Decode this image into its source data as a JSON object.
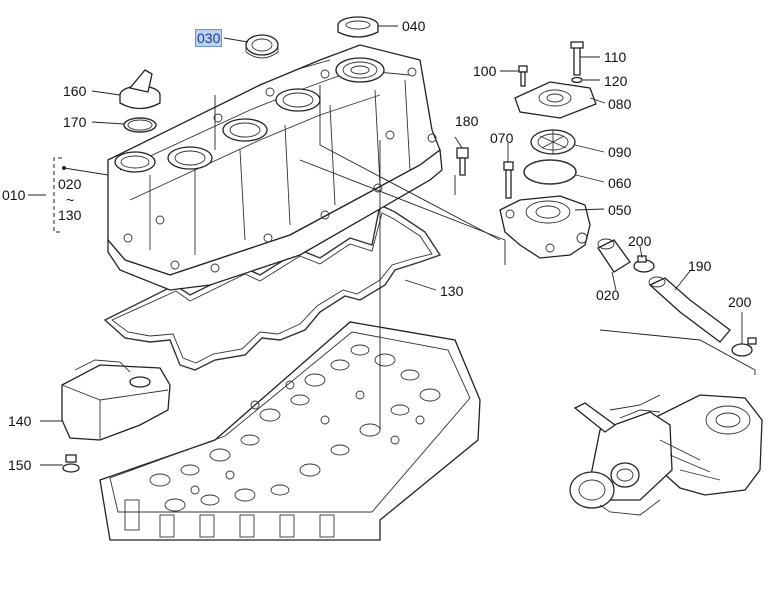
{
  "labels": {
    "p030_top": "030",
    "p040": "040",
    "p160": "160",
    "p170": "170",
    "p010": "010",
    "p020_range": "020",
    "tilde": "~",
    "p130_range": "130",
    "p100": "100",
    "p110": "110",
    "p120": "120",
    "p080": "080",
    "p180": "180",
    "p070": "070",
    "p090": "090",
    "p060": "060",
    "p050": "050",
    "p200_a": "200",
    "p020": "020",
    "p190": "190",
    "p200_b": "200",
    "p130": "130",
    "p140": "140",
    "p150": "150"
  },
  "selected_label": "030"
}
